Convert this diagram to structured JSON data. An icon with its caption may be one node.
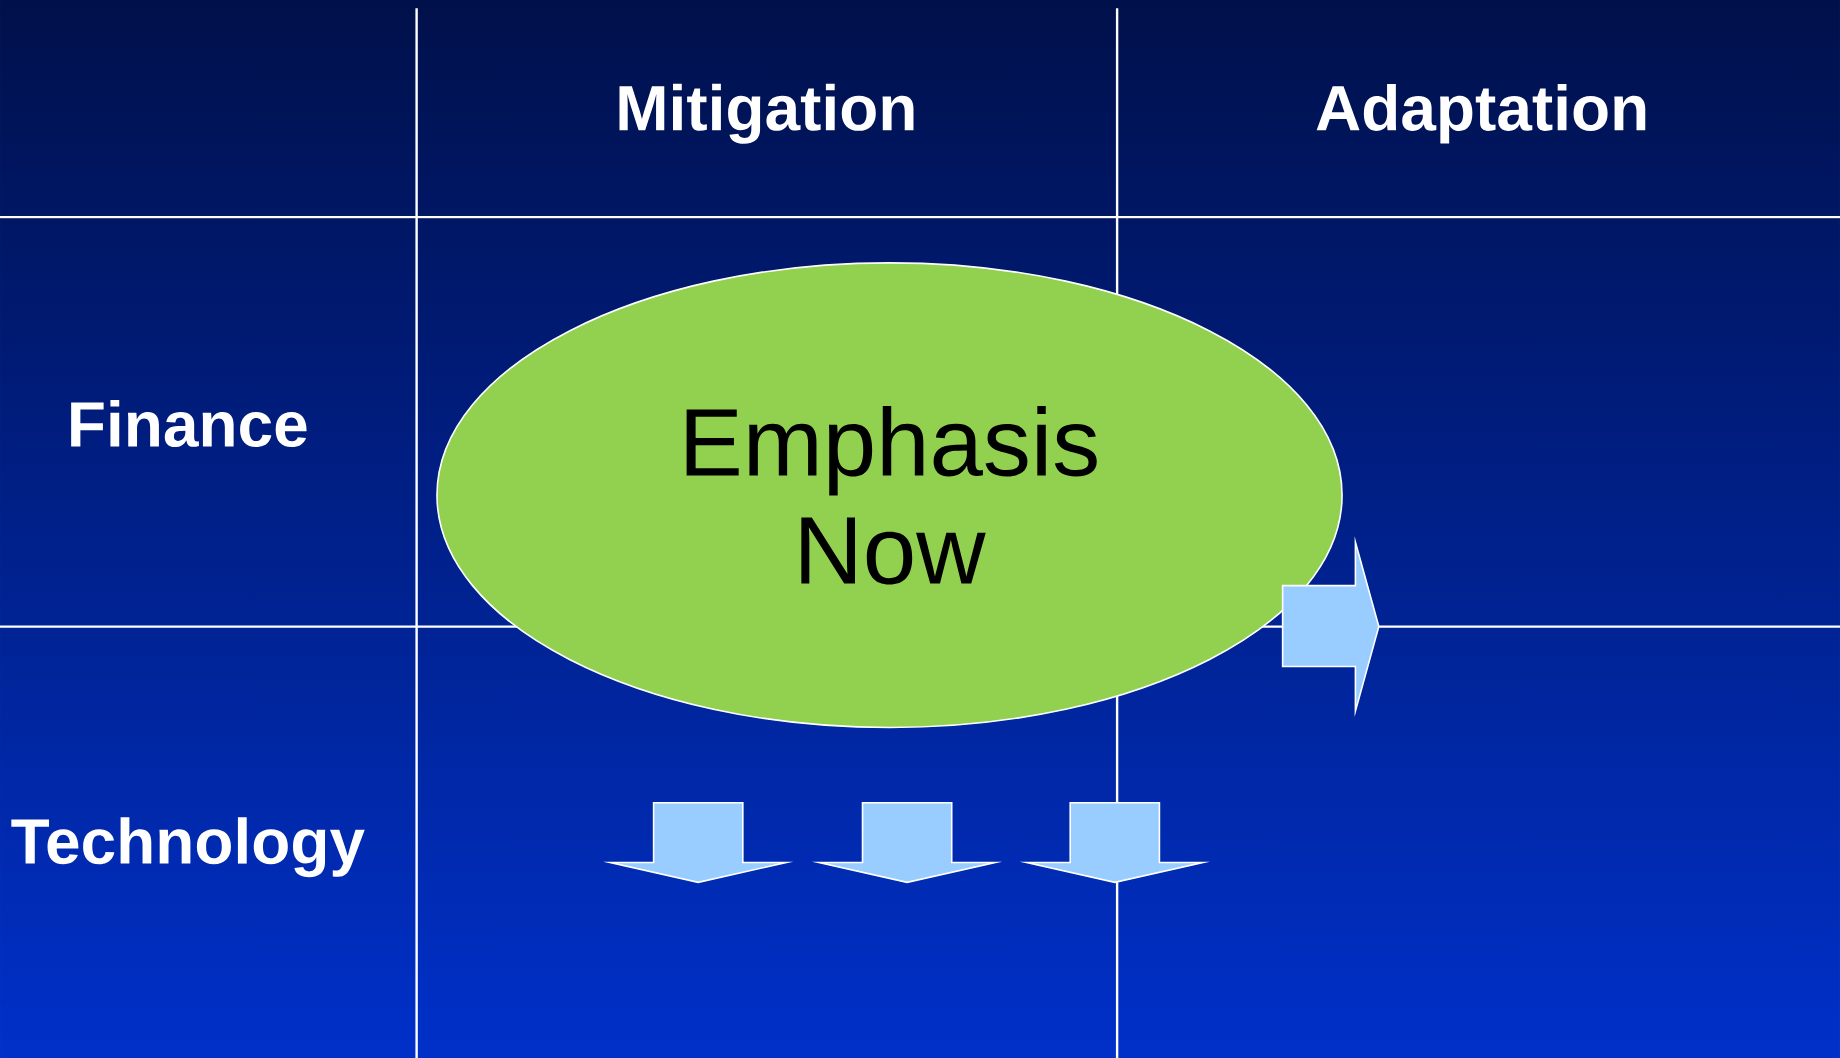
{
  "diagram": {
    "nodes": [
      {
        "text": [
          "Emphasis Now"
        ]
      }
    ],
    "labels": [
      "Mitigation",
      "Adaptation",
      "Finance",
      "Technology"
    ]
  }
}
